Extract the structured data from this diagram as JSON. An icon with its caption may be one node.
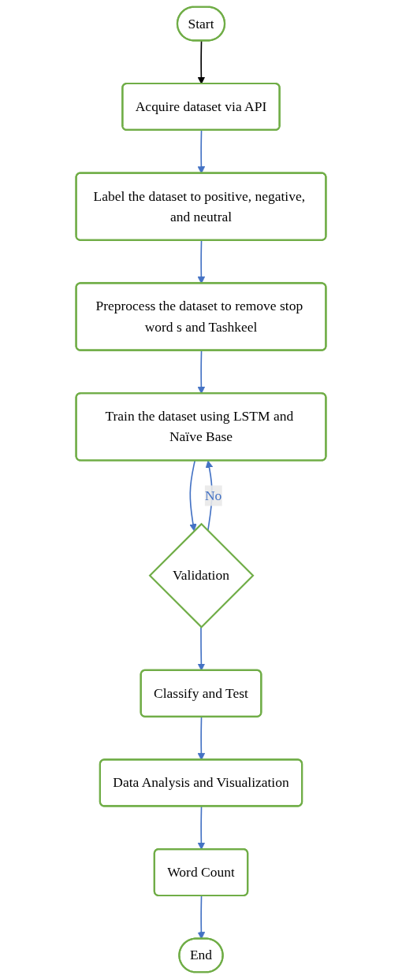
{
  "diagram": {
    "nodes": [
      {
        "text": [
          "Start"
        ]
      },
      {
        "text": [
          "Acquire dataset via API"
        ]
      },
      {
        "text": [
          "Label the dataset to positive, negative, and neutral"
        ]
      },
      {
        "text": [
          "Preprocess the dataset to remove stop word s and Tashkeel"
        ]
      },
      {
        "text": [
          "Train the dataset using LSTM and Naïve Base"
        ]
      },
      {
        "text": [
          "Validation"
        ]
      },
      {
        "text": [
          "Classify and Test"
        ]
      },
      {
        "text": [
          "Data Analysis and Visualization"
        ]
      },
      {
        "text": [
          "Word Count"
        ]
      },
      {
        "text": [
          "End"
        ]
      }
    ],
    "edges": [
      {
        "from": 0,
        "to": 1,
        "arrow": "to",
        "color": "#000000"
      },
      {
        "from": 1,
        "to": 2,
        "arrow": "to"
      },
      {
        "from": 2,
        "to": 3,
        "arrow": "to"
      },
      {
        "from": 3,
        "to": 4,
        "arrow": "to"
      },
      {
        "from": 4,
        "to": 5,
        "arrow": "to"
      },
      {
        "from": 5,
        "to": 4,
        "arrow": "to",
        "label": "No"
      },
      {
        "from": 5,
        "to": 6,
        "arrow": "to"
      },
      {
        "from": 6,
        "to": 7,
        "arrow": "to"
      },
      {
        "from": 7,
        "to": 8,
        "arrow": "to"
      },
      {
        "from": 8,
        "to": 9,
        "arrow": "to"
      }
    ]
  }
}
